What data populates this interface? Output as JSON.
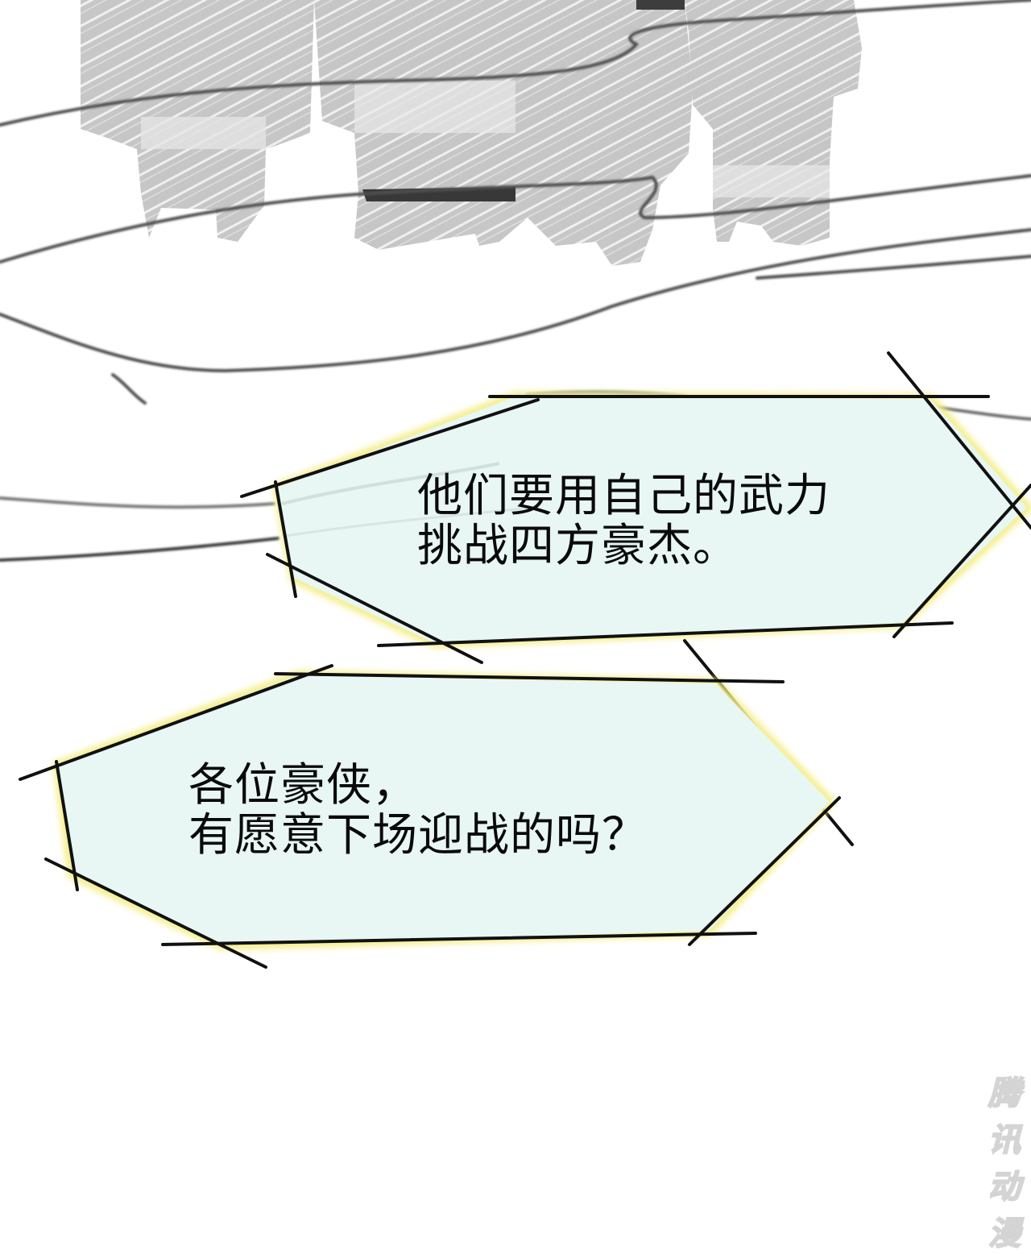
{
  "panel": {
    "description": "Comic panel: greyscale sketched figures at top, wavy ink lines across the background, two hexagonal narration boxes",
    "background_color": "#ffffff",
    "figure_tone": "#c9c9c9",
    "line_color": "#4a4a4a"
  },
  "bubbles": [
    {
      "lines": [
        "他们要用自己的武力",
        "挑战四方豪杰。"
      ],
      "text": "他们要用自己的武力\n挑战四方豪杰。",
      "fill_color": "#e8f6f4",
      "border_color": "#111111",
      "glow_color": "#f3ec8a"
    },
    {
      "lines": [
        "各位豪侠，",
        "有愿意下场迎战的吗？"
      ],
      "text": "各位豪侠，\n有愿意下场迎战的吗？",
      "fill_color": "#e8f6f4",
      "border_color": "#111111",
      "glow_color": "#f3ec8a"
    }
  ],
  "watermark": {
    "text": "腾讯动漫"
  }
}
